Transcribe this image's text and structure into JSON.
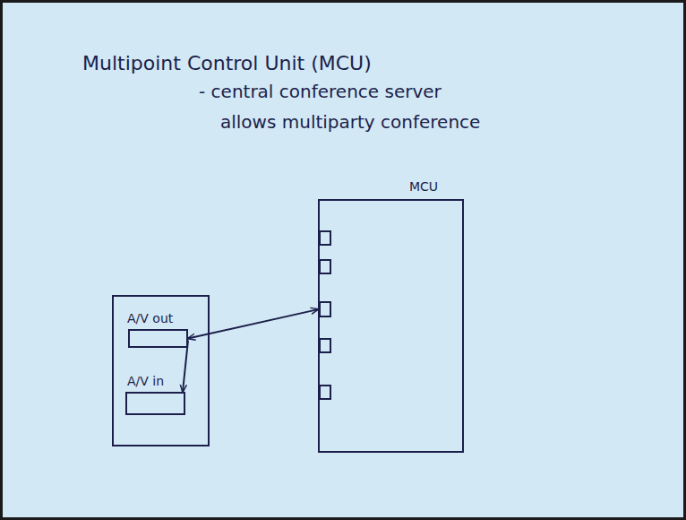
{
  "diagram": {
    "title": "Multipoint Control Unit (MCU)",
    "nodes": [
      {
        "text": [
          "MCU"
        ]
      },
      {
        "text": [
          "A/V out"
        ]
      },
      {
        "text": [
          "A/V in"
        ]
      }
    ],
    "edges": [
      {
        "from": 1,
        "to": 0,
        "arrow": "both"
      },
      {
        "from": 1,
        "to": 2,
        "arrow": "to"
      }
    ],
    "labels": [
      "- central conference server",
      "allows multiparty conference"
    ]
  }
}
